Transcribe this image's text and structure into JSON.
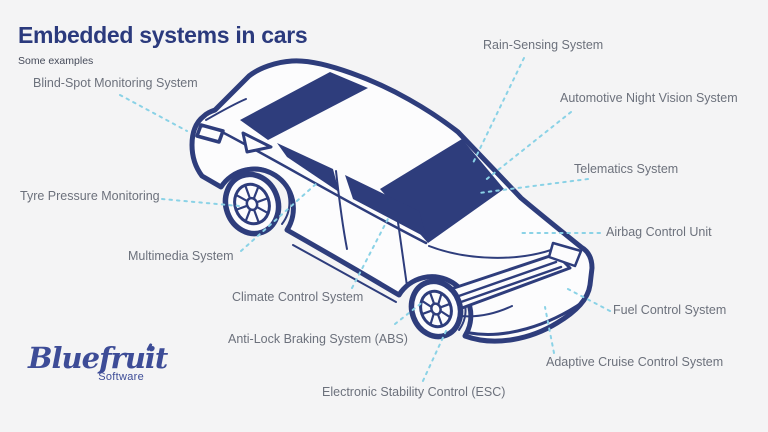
{
  "header": {
    "title": "Embedded systems in cars",
    "subtitle": "Some examples"
  },
  "labels": [
    {
      "id": "blind-spot-monitoring",
      "text": "Blind-Spot Monitoring System"
    },
    {
      "id": "rain-sensing",
      "text": "Rain-Sensing System"
    },
    {
      "id": "night-vision",
      "text": "Automotive Night Vision System"
    },
    {
      "id": "telematics",
      "text": "Telematics System"
    },
    {
      "id": "airbag-control",
      "text": "Airbag Control Unit"
    },
    {
      "id": "fuel-control",
      "text": "Fuel Control System"
    },
    {
      "id": "adaptive-cruise",
      "text": "Adaptive Cruise Control System"
    },
    {
      "id": "electronic-stability",
      "text": "Electronic Stability Control (ESC)"
    },
    {
      "id": "anti-lock-braking",
      "text": "Anti-Lock Braking System (ABS)"
    },
    {
      "id": "climate-control",
      "text": "Climate Control System"
    },
    {
      "id": "multimedia",
      "text": "Multimedia System"
    },
    {
      "id": "tyre-pressure",
      "text": "Tyre Pressure Monitoring"
    }
  ],
  "logo": {
    "brand": "Bluefruit",
    "sub": "Software"
  },
  "colors": {
    "background": "#f4f4f5",
    "navy_line_art": "#2e3d7c",
    "title_navy": "#2b3a7d",
    "label_gray": "#6c717c",
    "leader_dash_blue": "#8ad2e6",
    "logo_blue": "#3d4c97"
  }
}
